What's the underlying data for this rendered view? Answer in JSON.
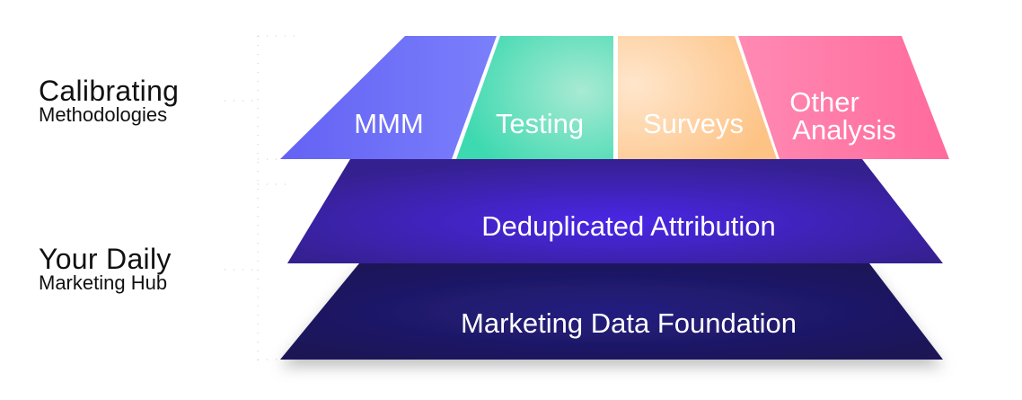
{
  "side_labels": [
    {
      "title": "Calibrating",
      "subtitle": "Methodologies"
    },
    {
      "title": "Your Daily",
      "subtitle": "Marketing Hub"
    }
  ],
  "top_layer": [
    {
      "label": "MMM",
      "color": "#6c6cf5"
    },
    {
      "label": "Testing",
      "color": "#4fdcb4"
    },
    {
      "label": "Surveys",
      "color": "#fdc98e"
    },
    {
      "label_line1": "Other",
      "label_line2": "Analysis",
      "color": "#ff74a4"
    }
  ],
  "middle_layer": {
    "label": "Deduplicated Attribution",
    "color": "#4224d6"
  },
  "bottom_layer": {
    "label": "Marketing Data Foundation",
    "color": "#1d1868"
  }
}
